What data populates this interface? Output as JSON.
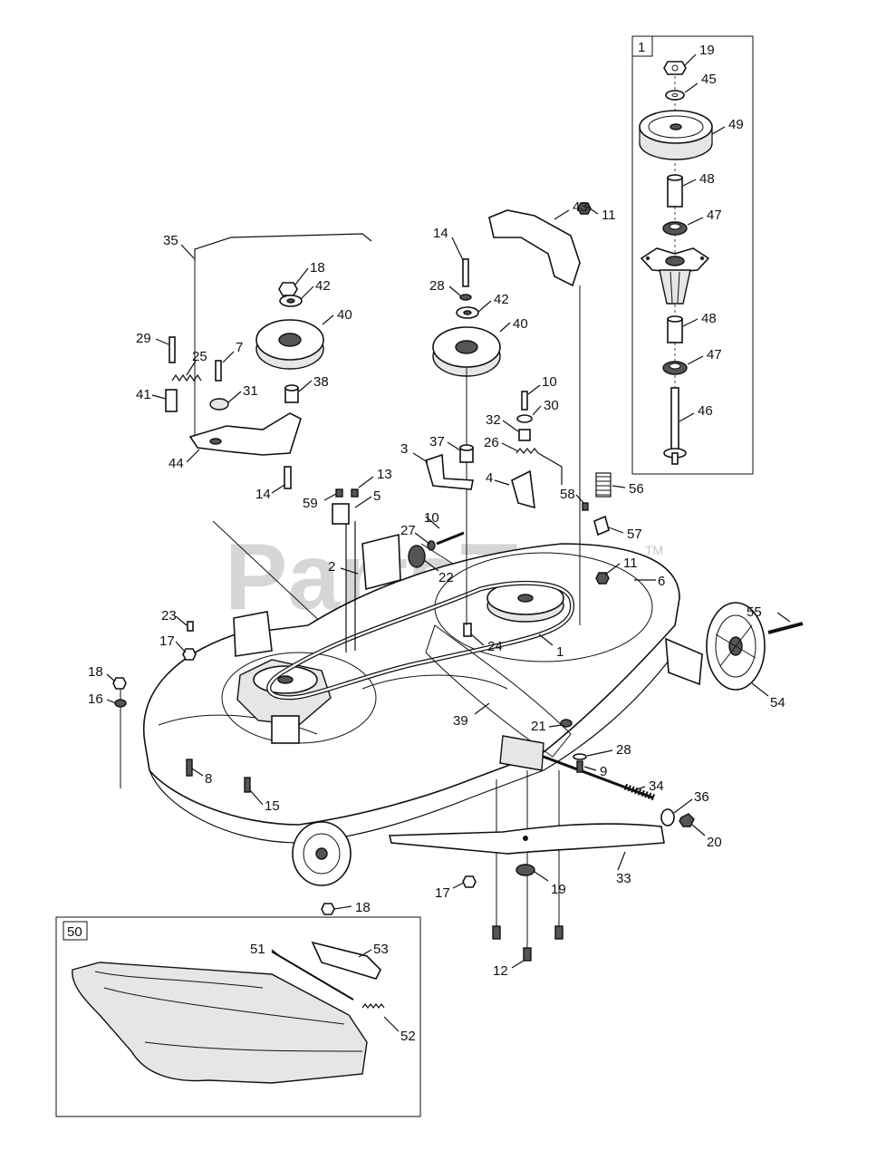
{
  "watermark": {
    "text": "PartsTree",
    "trademark": "TM"
  },
  "insets": {
    "spindle": {
      "box_label": "1"
    },
    "deflector": {
      "box_label": "50"
    }
  },
  "callouts": [
    {
      "id": "c1a",
      "text": "1"
    },
    {
      "id": "c2",
      "text": "2"
    },
    {
      "id": "c3",
      "text": "3"
    },
    {
      "id": "c4",
      "text": "4"
    },
    {
      "id": "c5",
      "text": "5"
    },
    {
      "id": "c6",
      "text": "6"
    },
    {
      "id": "c7",
      "text": "7"
    },
    {
      "id": "c8",
      "text": "8"
    },
    {
      "id": "c9",
      "text": "9"
    },
    {
      "id": "c10a",
      "text": "10"
    },
    {
      "id": "c10b",
      "text": "10"
    },
    {
      "id": "c11a",
      "text": "11"
    },
    {
      "id": "c11b",
      "text": "11"
    },
    {
      "id": "c12",
      "text": "12"
    },
    {
      "id": "c13",
      "text": "13"
    },
    {
      "id": "c14a",
      "text": "14"
    },
    {
      "id": "c14b",
      "text": "14"
    },
    {
      "id": "c15",
      "text": "15"
    },
    {
      "id": "c16",
      "text": "16"
    },
    {
      "id": "c17a",
      "text": "17"
    },
    {
      "id": "c17b",
      "text": "17"
    },
    {
      "id": "c18a",
      "text": "18"
    },
    {
      "id": "c18b",
      "text": "18"
    },
    {
      "id": "c18c",
      "text": "18"
    },
    {
      "id": "c19a",
      "text": "19"
    },
    {
      "id": "c19b",
      "text": "19"
    },
    {
      "id": "c20",
      "text": "20"
    },
    {
      "id": "c21",
      "text": "21"
    },
    {
      "id": "c22",
      "text": "22"
    },
    {
      "id": "c23",
      "text": "23"
    },
    {
      "id": "c24",
      "text": "24"
    },
    {
      "id": "c25",
      "text": "25"
    },
    {
      "id": "c26",
      "text": "26"
    },
    {
      "id": "c27",
      "text": "27"
    },
    {
      "id": "c28a",
      "text": "28"
    },
    {
      "id": "c28b",
      "text": "28"
    },
    {
      "id": "c29",
      "text": "29"
    },
    {
      "id": "c30",
      "text": "30"
    },
    {
      "id": "c31",
      "text": "31"
    },
    {
      "id": "c32",
      "text": "32"
    },
    {
      "id": "c33",
      "text": "33"
    },
    {
      "id": "c34",
      "text": "34"
    },
    {
      "id": "c35",
      "text": "35"
    },
    {
      "id": "c36",
      "text": "36"
    },
    {
      "id": "c37",
      "text": "37"
    },
    {
      "id": "c38",
      "text": "38"
    },
    {
      "id": "c39",
      "text": "39"
    },
    {
      "id": "c40a",
      "text": "40"
    },
    {
      "id": "c40b",
      "text": "40"
    },
    {
      "id": "c41",
      "text": "41"
    },
    {
      "id": "c42a",
      "text": "42"
    },
    {
      "id": "c42b",
      "text": "42"
    },
    {
      "id": "c43",
      "text": "43"
    },
    {
      "id": "c44",
      "text": "44"
    },
    {
      "id": "c45",
      "text": "45"
    },
    {
      "id": "c46",
      "text": "46"
    },
    {
      "id": "c47a",
      "text": "47"
    },
    {
      "id": "c47b",
      "text": "47"
    },
    {
      "id": "c48a",
      "text": "48"
    },
    {
      "id": "c48b",
      "text": "48"
    },
    {
      "id": "c49",
      "text": "49"
    },
    {
      "id": "c51",
      "text": "51"
    },
    {
      "id": "c52",
      "text": "52"
    },
    {
      "id": "c53",
      "text": "53"
    },
    {
      "id": "c54",
      "text": "54"
    },
    {
      "id": "c55",
      "text": "55"
    },
    {
      "id": "c56",
      "text": "56"
    },
    {
      "id": "c57",
      "text": "57"
    },
    {
      "id": "c58",
      "text": "58"
    },
    {
      "id": "c59",
      "text": "59"
    }
  ]
}
